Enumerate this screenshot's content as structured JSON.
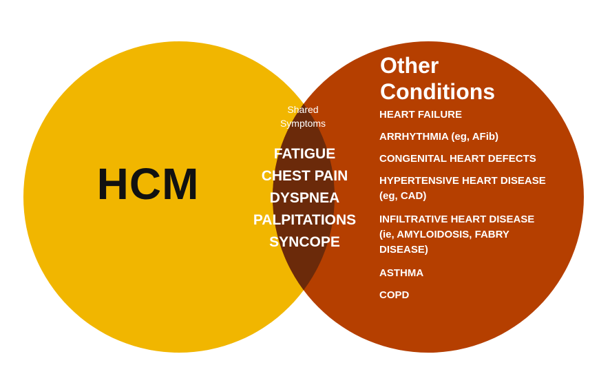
{
  "colors": {
    "hcm_circle": "#F1B600",
    "other_circle": "#B53F00",
    "overlap": "#6B2A0A",
    "hcm_text": "#111111",
    "other_text": "#FFFFFF"
  },
  "hcm": {
    "label": "HCM"
  },
  "shared": {
    "title_line1": "Shared",
    "title_line2": "Symptoms",
    "items": [
      "FATIGUE",
      "CHEST PAIN",
      "DYSPNEA",
      "PALPITATIONS",
      "SYNCOPE"
    ]
  },
  "other": {
    "title_line1": "Other",
    "title_line2": "Conditions",
    "items": [
      [
        "HEART FAILURE"
      ],
      [
        "ARRHYTHMIA (eg, AFib)"
      ],
      [
        "CONGENITAL HEART DEFECTS"
      ],
      [
        "HYPERTENSIVE HEART DISEASE",
        "(eg, CAD)"
      ],
      [
        "INFILTRATIVE HEART DISEASE",
        "(ie, AMYLOIDOSIS, FABRY",
        "DISEASE)"
      ],
      [
        "ASTHMA"
      ],
      [
        "COPD"
      ]
    ]
  }
}
